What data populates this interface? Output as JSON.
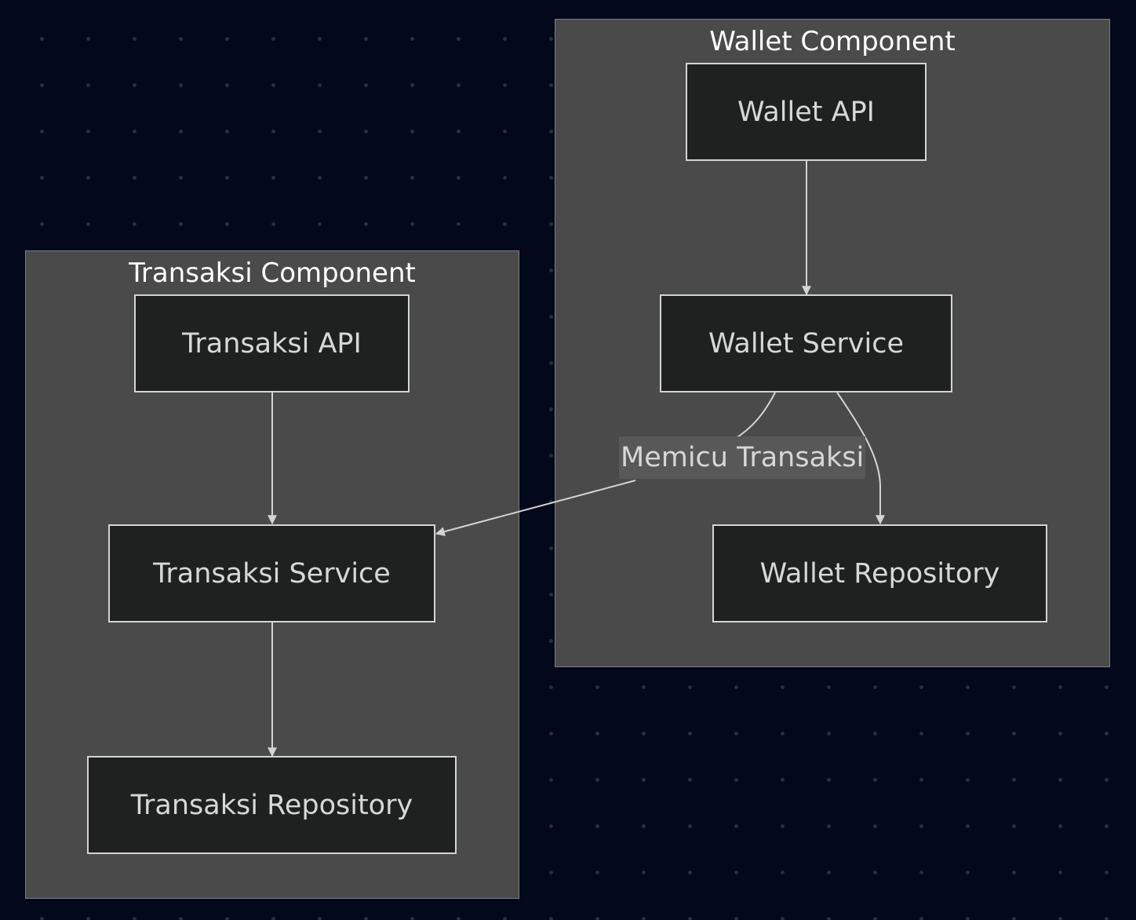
{
  "groups": {
    "transaksi": {
      "title": "Transaksi Component"
    },
    "wallet": {
      "title": "Wallet Component"
    }
  },
  "nodes": {
    "transaksi_api": "Transaksi API",
    "transaksi_service": "Transaksi Service",
    "transaksi_repository": "Transaksi Repository",
    "wallet_api": "Wallet API",
    "wallet_service": "Wallet Service",
    "wallet_repository": "Wallet Repository"
  },
  "edges": {
    "wallet_to_transaksi_label": "Memicu Transaksi"
  },
  "colors": {
    "background": "#03081a",
    "group_fill": "#494a49",
    "node_fill": "#1f2020",
    "node_border": "#d4d4d4",
    "edge": "#d4d4d4"
  }
}
